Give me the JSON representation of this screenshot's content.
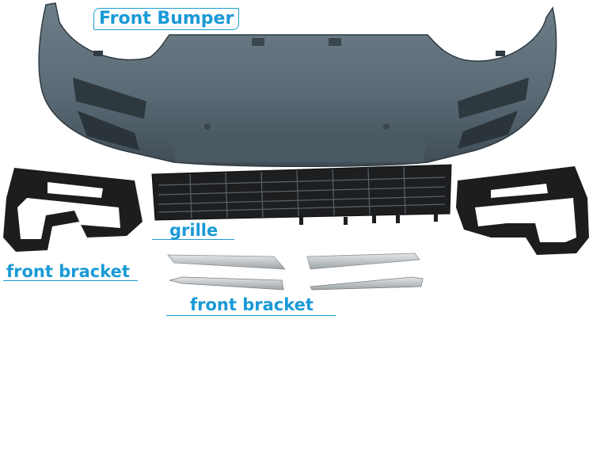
{
  "labels": {
    "bumper": "Front Bumper",
    "grille": "grille",
    "bracket_left": "front bracket",
    "bracket_center": "front bracket"
  },
  "colors": {
    "bumper_body": "#5b6b76",
    "bumper_shadow": "#3f4c55",
    "bracket_dark": "#1b1d1f",
    "trim_silver": "#b9bdc0",
    "label_blue": "#1a9ad6"
  }
}
